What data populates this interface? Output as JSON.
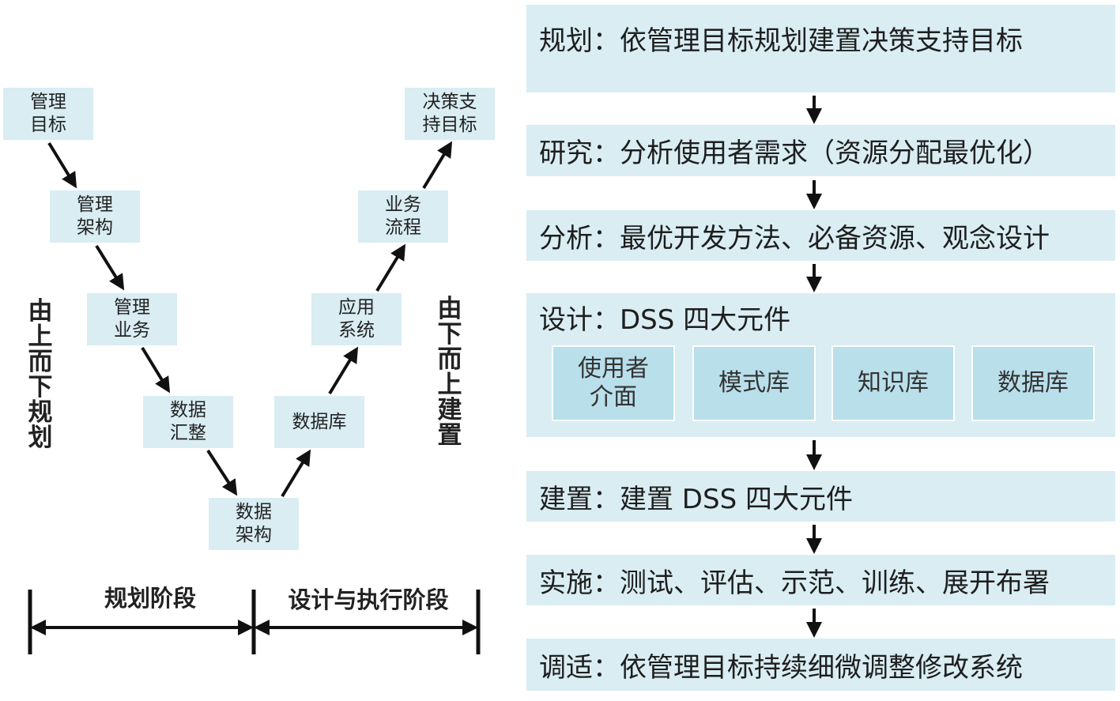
{
  "v_diagram": {
    "nodes": {
      "mgmt_goal": "管理\n目标",
      "mgmt_arch": "管理\n架构",
      "mgmt_biz": "管理\n业务",
      "data_collect": "数据\n汇整",
      "data_arch": "数据\n架构",
      "database": "数据库",
      "app_system": "应用\n系统",
      "biz_process": "业务\n流程",
      "decision_goal": "决策支\n持目标"
    },
    "left_vertical": "由\n上\n而\n下\n规\n划",
    "right_vertical": "由\n下\n而\n上\n建\n置",
    "phases": {
      "planning": "规划阶段",
      "design_exec": "设计与执行阶段"
    }
  },
  "flow": {
    "plan": "规划：依管理目标规划建置决策支持目标",
    "research": "研究：分析使用者需求（资源分配最优化）",
    "analysis": "分析：最优开发方法、必备资源、观念设计",
    "design_title": "设计：DSS 四大元件",
    "components": [
      "使用者\n介面",
      "模式库",
      "知识库",
      "数据库"
    ],
    "build": "建置：建置 DSS 四大元件",
    "implement": "实施：测试、评估、示范、训练、展开布署",
    "adapt": "调适：依管理目标持续细微调整修改系统"
  },
  "colors": {
    "box_fill": "#d9edf3",
    "component_fill": "#b9dfeb",
    "arrow": "#111111"
  }
}
